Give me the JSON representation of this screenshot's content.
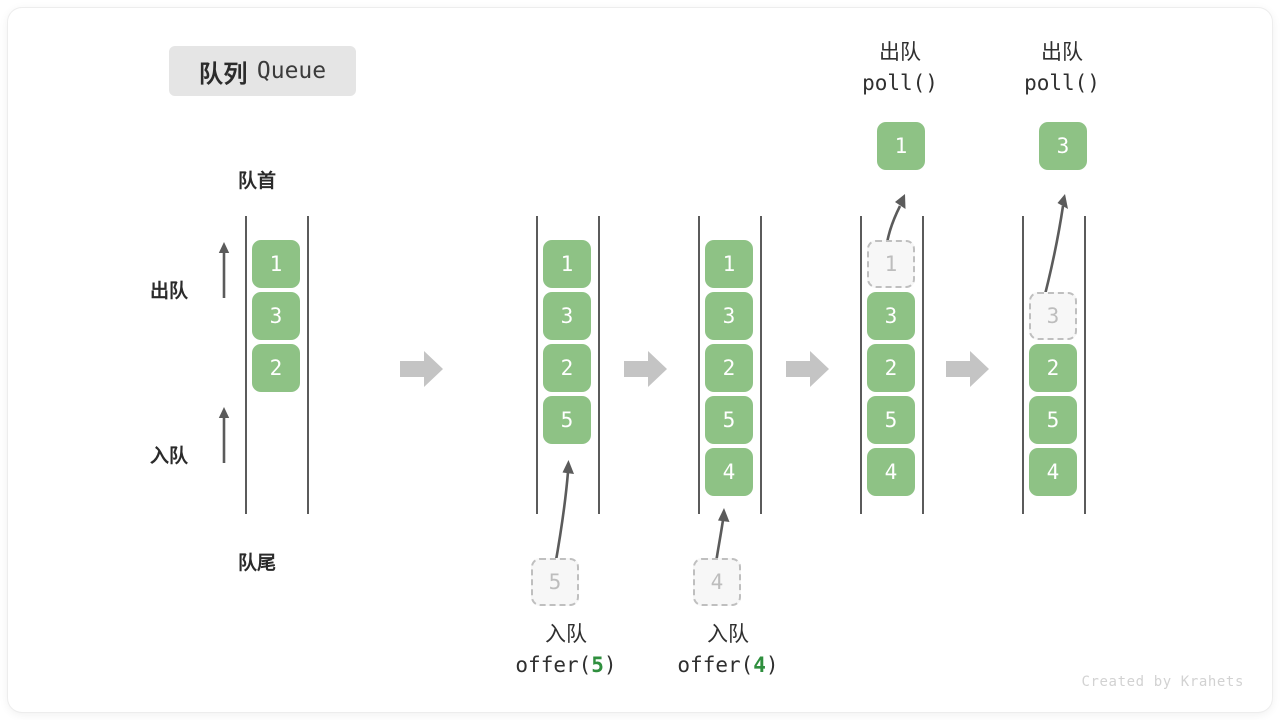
{
  "title": {
    "cn": "队列",
    "en": "Queue"
  },
  "annotations": {
    "front": "队首",
    "rear": "队尾",
    "dequeue": "出队",
    "enqueue": "入队"
  },
  "panels": [
    {
      "id": "initial",
      "items": [
        "1",
        "3",
        "2"
      ],
      "ghost": null,
      "extracted": null,
      "caption_cn": null,
      "caption_code": null
    },
    {
      "id": "offer-5",
      "items": [
        "1",
        "3",
        "2",
        "5"
      ],
      "ghost": {
        "value": "5",
        "slot": "below"
      },
      "extracted": null,
      "caption_cn": "入队",
      "caption_code_prefix": "offer(",
      "caption_code_arg": "5",
      "caption_code_suffix": ")"
    },
    {
      "id": "offer-4",
      "items": [
        "1",
        "3",
        "2",
        "5",
        "4"
      ],
      "ghost": {
        "value": "4",
        "slot": "below"
      },
      "extracted": null,
      "caption_cn": "入队",
      "caption_code_prefix": "offer(",
      "caption_code_arg": "4",
      "caption_code_suffix": ")"
    },
    {
      "id": "poll-1",
      "items": [
        "3",
        "2",
        "5",
        "4"
      ],
      "ghost": {
        "value": "1",
        "slot": "0"
      },
      "extracted": "1",
      "caption_cn": "出队",
      "caption_code_prefix": "poll(",
      "caption_code_arg": "",
      "caption_code_suffix": ")"
    },
    {
      "id": "poll-3",
      "items": [
        "2",
        "5",
        "4"
      ],
      "ghost": {
        "value": "3",
        "slot": "1"
      },
      "extracted": "3",
      "caption_cn": "出队",
      "caption_code_prefix": "poll(",
      "caption_code_arg": "",
      "caption_code_suffix": ")"
    }
  ],
  "footer": "Created by Krahets",
  "colors": {
    "box_fill": "#8ec285",
    "box_text": "#ffffff",
    "ghost_fill": "#f7f7f7",
    "ghost_border": "#bfbfbf",
    "rail": "#5b5b5b",
    "arrow": "#5b5b5b",
    "step_arrow": "#c4c4c4",
    "badge_bg": "#e5e5e5",
    "code_arg": "#2f8f3e",
    "footer_text": "#d2d2d2"
  }
}
